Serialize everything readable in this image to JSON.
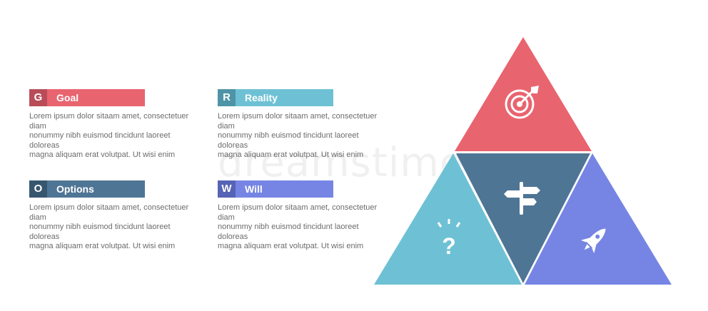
{
  "items": [
    {
      "letter": "G",
      "label": "Goal",
      "text": "Lorem ipsum dolor sitaam amet, consectetuer diam\nnonummy  nibh euismod tincidunt laoreet doloreas\nmagna aliquam erat volutpat. Ut wisi enim",
      "color": "#e8646f",
      "dark": "#b84d59"
    },
    {
      "letter": "R",
      "label": "Reality",
      "text": "Lorem ipsum dolor sitaam amet, consectetuer diam\nnonummy  nibh euismod tincidunt laoreet doloreas\nmagna aliquam erat volutpat. Ut wisi enim",
      "color": "#6ec1d4",
      "dark": "#4f94a6"
    },
    {
      "letter": "O",
      "label": "Options",
      "text": "Lorem ipsum dolor sitaam amet, consectetuer diam\nnonummy  nibh euismod tincidunt laoreet doloreas\nmagna aliquam erat volutpat. Ut wisi enim",
      "color": "#4f7595",
      "dark": "#37576f"
    },
    {
      "letter": "W",
      "label": "Will",
      "text": "Lorem ipsum dolor sitaam amet, consectetuer diam\nnonummy  nibh euismod tincidunt laoreet doloreas\nmagna aliquam erat volutpat. Ut wisi enim",
      "color": "#7685e4",
      "dark": "#5763b4"
    }
  ],
  "pyramid": {
    "top_color": "#e8646f",
    "left_color": "#6ec1d4",
    "center_color": "#4f7595",
    "right_color": "#7685e4",
    "icons": [
      "target-icon",
      "question-icon",
      "signpost-icon",
      "rocket-icon"
    ]
  },
  "watermark": "dreamstime"
}
